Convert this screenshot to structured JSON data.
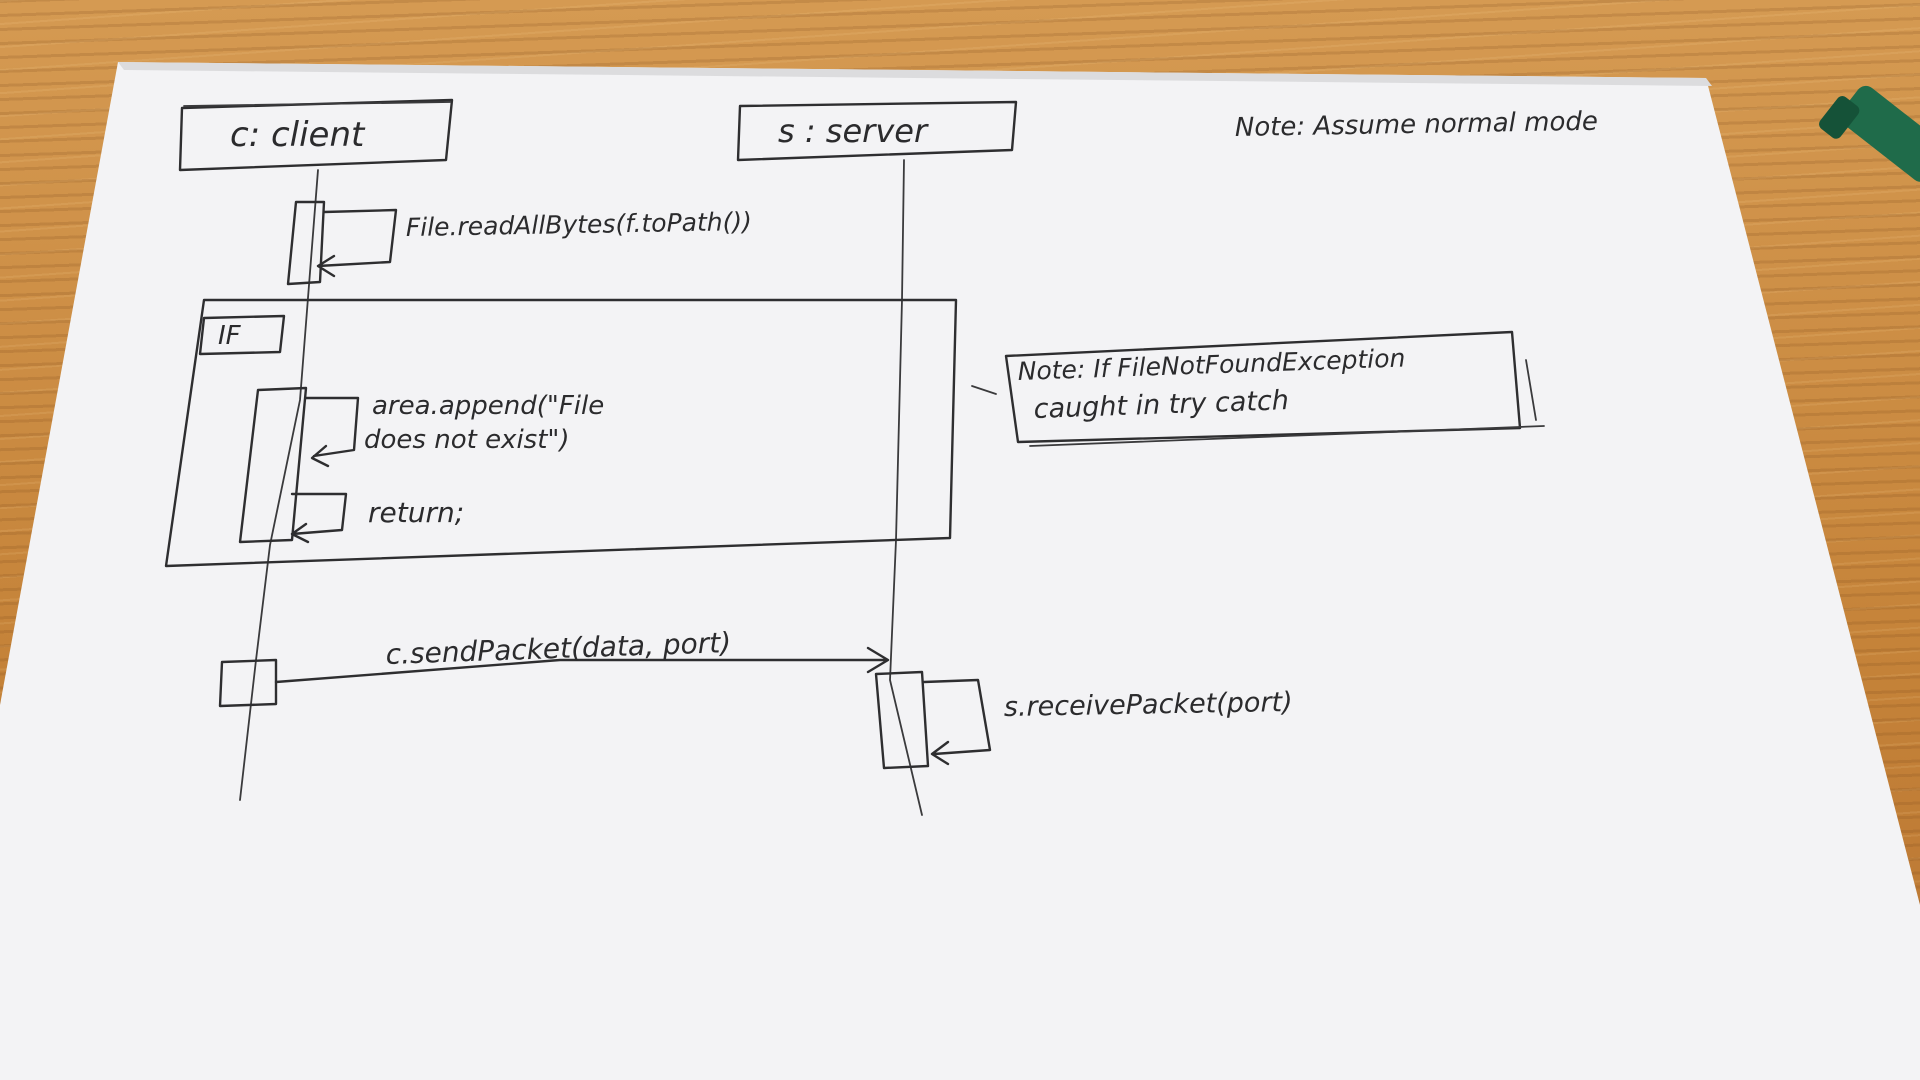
{
  "participants": {
    "client": {
      "label": "c: client"
    },
    "server": {
      "label": "s : server"
    }
  },
  "notes": {
    "top_right": "Note: Assume normal mode",
    "exception_line1": "Note: If FileNotFoundException",
    "exception_line2": "caught in try catch"
  },
  "fragment": {
    "label": "IF"
  },
  "messages": {
    "read_bytes": "File.readAllBytes(f.toPath())",
    "append_line1": "area.append(\"File",
    "append_line2": "does not exist\")",
    "return": "return;",
    "send_packet": "c.sendPacket(data, port)",
    "receive_packet": "s.receivePacket(port)"
  },
  "colors": {
    "paper": "#f4f4f6",
    "ink": "#2e2e30",
    "desk": "#c9873f",
    "marker": "#1f6b4a"
  }
}
